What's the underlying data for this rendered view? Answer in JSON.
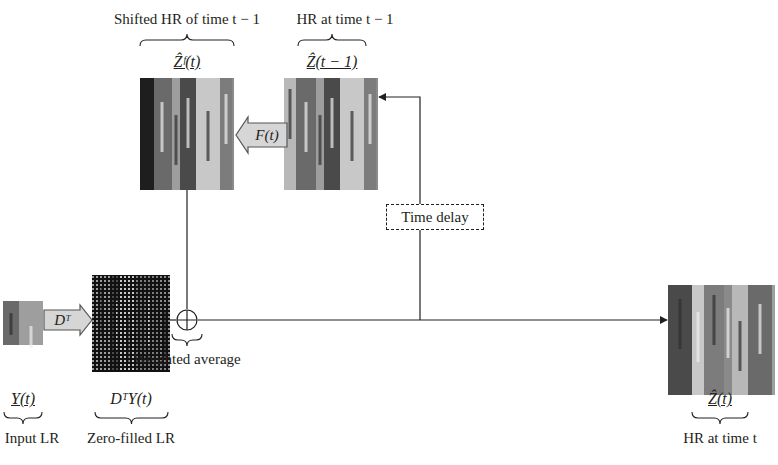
{
  "diagram": {
    "nodes": [
      {
        "text": [
          "Dᵀ"
        ]
      },
      {
        "text": [
          "F(t)"
        ]
      },
      {
        "text": [
          "Time delay"
        ]
      }
    ],
    "labels": [
      "Shifted HR of time t − 1",
      "HR at time t − 1",
      "Ẑᶠ(t)",
      "Ẑ(t − 1)",
      "Weighted average",
      "Y(t)",
      "DᵀY(t)",
      "Ẑ(t)",
      "Input LR",
      "Zero-filled LR",
      "HR at time t"
    ]
  }
}
